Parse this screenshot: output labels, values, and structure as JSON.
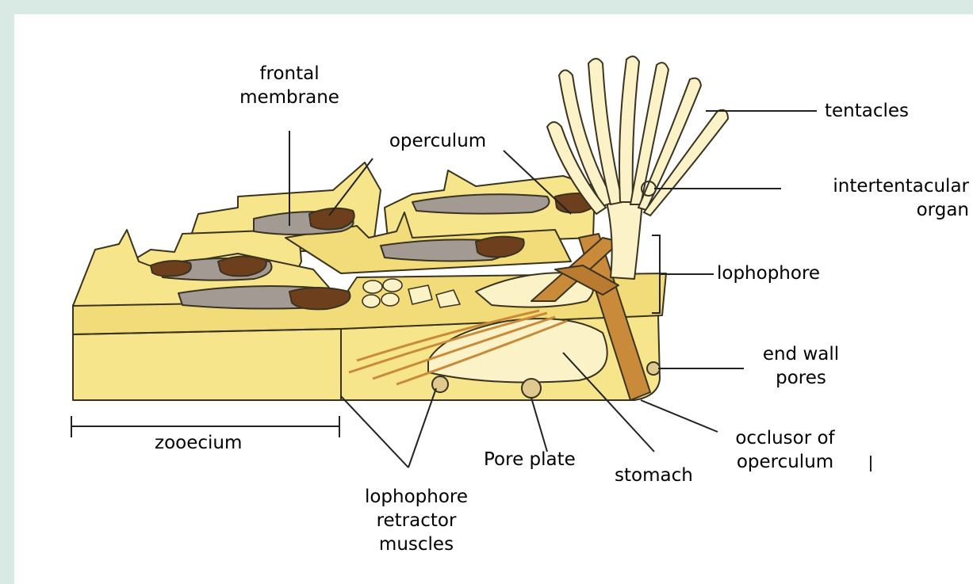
{
  "labels": {
    "frontal_membrane": [
      "frontal",
      "membrane"
    ],
    "operculum": "operculum",
    "tentacles": "tentacles",
    "intertentacular_organ": [
      "intertentacular",
      "organ"
    ],
    "lophophore": "lophophore",
    "end_wall_pores": [
      "end wall",
      "pores"
    ],
    "occlusor_of_operculum": [
      "occlusor of",
      "operculum"
    ],
    "stomach": "stomach",
    "pore_plate": "Pore plate",
    "zooecium": "zooecium",
    "lophophore_retractor_muscles": [
      "lophophore",
      "retractor",
      "muscles"
    ]
  },
  "colors": {
    "background": "#d9e9e4",
    "panel": "#ffffff",
    "body_yellow": "#f7e58c",
    "pale_yellow": "#fbf3c7",
    "membrane_gray": "#a39a94",
    "operculum_brown": "#6e3f1c",
    "muscle_orange": "#c98a3a",
    "outline": "#3a3320",
    "leader_line": "#222222"
  }
}
